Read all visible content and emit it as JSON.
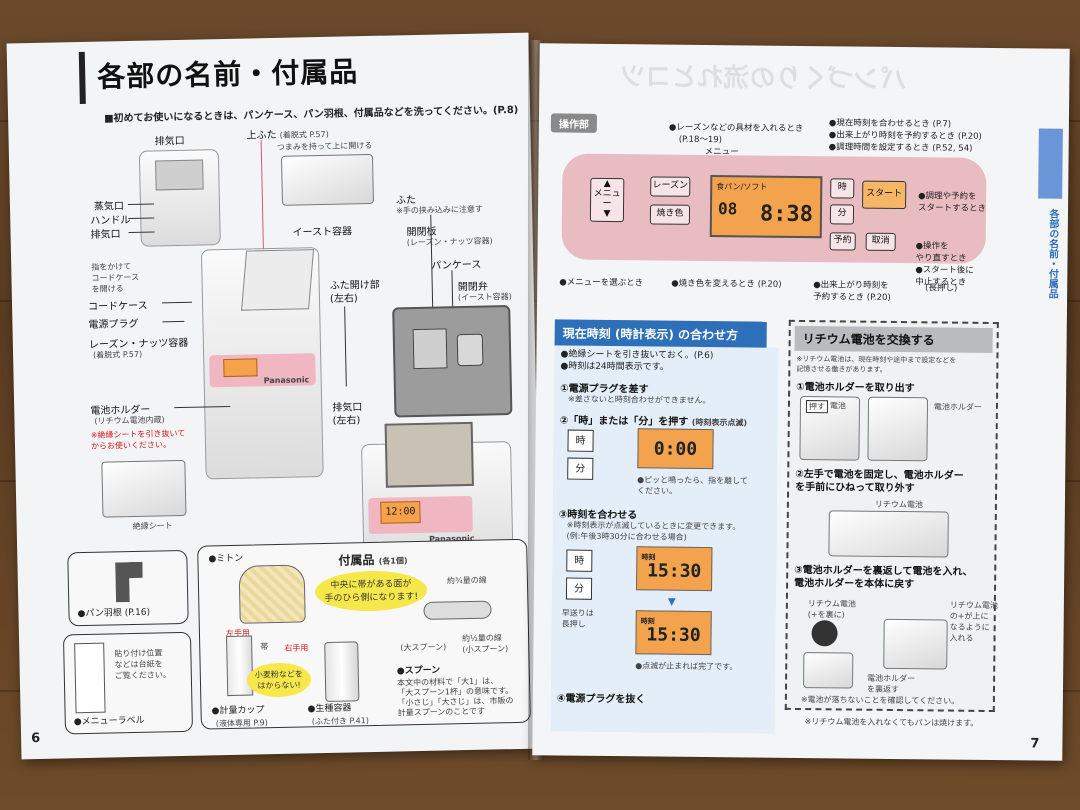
{
  "left": {
    "title": "各部の名前・付属品",
    "intro": "■初めてお使いになるときは、パンケース、パン羽根、付属品などを洗ってください。(P.8)",
    "parts": {
      "exhaust_top": "排気口",
      "upper_lid": "上ふた",
      "upper_lid_sub": "(着脱式 P.57)",
      "knob_note": "つまみを持って上に開ける",
      "steam": "蒸気口",
      "handle": "ハンドル",
      "intake": "排気口",
      "cord_note": "指をかけて\nコードケース\nを開ける",
      "cord_case": "コードケース",
      "plug": "電源プラグ",
      "raisin": "レーズン・ナッツ容器",
      "raisin_sub": "(着脱式 P.57)",
      "yeast": "イースト容器",
      "lid_open": "ふた開け部\n(左右)",
      "lid": "ふた",
      "lid_note": "※手の挟み込みに注意す",
      "open_plate": "開閉板",
      "open_plate_sub": "(レーズン・ナッツ容器)",
      "bread_case": "パンケース",
      "valve": "開閉弁",
      "valve_sub": "(イースト容器)",
      "battery": "電池ホルダー",
      "battery_sub": "(リチウム電池内蔵)",
      "insulation_note": "※絶縁シートを引き抜いて\nからお使いください。",
      "insulation": "絶縁シート",
      "exhaust_side": "排気口\n(左右)",
      "brand": "Panasonic",
      "lcd_time": "12:00"
    },
    "accessories": {
      "paddle": "●パン羽根 (P.16)",
      "mitten": "●ミトン",
      "left_hand": "左手用",
      "right_hand": "右手用",
      "band": "帯",
      "title": "付属品",
      "title_sub": "(各1個)",
      "bubble1": "中央に帯がある面が\n手のひら側になります!",
      "bubble2": "小麦粉などを\nはからない!",
      "line34": "約¾量の線",
      "line12": "約½量の線\n(小スプーン)",
      "big_spoon": "(大スプーン)",
      "spoon": "●スプーン",
      "spoon_note": "本文中の材料で「大1」は、\n「大スプーン1杯」の意味です。\n「小さじ」「大さじ」は、市販の\n計量スプーンのことです",
      "cup": "●計量カップ",
      "cup_sub": "(液体専用 P.9)",
      "yeast_cont": "●生種容器",
      "yeast_cont_sub": "(ふた付き P.41)",
      "label_note": "貼り付け位置\nなどは台紙を\nご覧ください。",
      "menu_label": "●メニューラベル"
    },
    "page_number": "6"
  },
  "right": {
    "faded_header": "パンづくりの流れとコツ",
    "ops_label": "操作部",
    "notes": {
      "raisin": "●レーズンなどの具材を入れるとき",
      "raisin_ref": "(P.18～19)",
      "menu": "メニュー",
      "now_time": "●現在時刻を合わせるとき (P.7)",
      "reserve": "●出来上がり時刻を予約するとき (P.20)",
      "adjust": "●調理時間を設定するとき (P.52, 54)",
      "start": "●調理や予約を\nスタートするとき",
      "cancel": "●操作を\nやり直すとき\n●スタート後に\n中止するとき",
      "cancel_long": "(長押し)",
      "menu_select": "●メニューを選ぶとき",
      "color": "●焼き色を変えるとき (P.20)",
      "reserve2": "●出来上がり時刻を\n予約するとき (P.20)"
    },
    "panel": {
      "menu_btn": "メニュー",
      "raisin_btn": "レーズン",
      "color_btn": "焼き色",
      "hour_btn": "時",
      "min_btn": "分",
      "start_btn": "スタート",
      "reserve_btn": "予約",
      "cancel_btn": "取消",
      "lcd_time": "8:38",
      "lcd_menu": "食パン/ソフト",
      "lcd_num": "08"
    },
    "clock": {
      "heading": "現在時刻 (時計表示) の合わせ方",
      "pre1": "●絶縁シートを引き抜いておく。(P.6)",
      "pre2": "●時刻は24時間表示です。",
      "s1": "①電源プラグを差す",
      "s1note": "※差さないと時刻合わせができません。",
      "s2": "②「時」または「分」を押す",
      "s2sub": "(時刻表示点滅)",
      "s2note": "●ピッと鳴ったら、指を離して\nください。",
      "s3": "③時刻を合わせる",
      "s3note": "※時刻表示が点滅しているときに変更できます。\n(例:午後3時30分に合わせる場合)",
      "fast": "早送りは\n長押し",
      "s3done": "●点滅が止まれば完了です。",
      "s4": "④電源プラグを抜く",
      "hour": "時",
      "min": "分",
      "lcd1": "0:00",
      "lcd2": "15:30",
      "lcd3": "15:30",
      "lcd_label": "時刻"
    },
    "battery": {
      "heading": "リチウム電池を交換する",
      "note": "※リチウム電池は、現在時刻や途中まで設定などを\n記憶させる働きがあります。",
      "s1": "①電池ホルダーを取り出す",
      "push": "押す",
      "battery": "電池",
      "holder": "電池ホルダー",
      "s2": "②左手で電池を固定し、電池ホルダー\nを手前にひねって取り外す",
      "lithium": "リチウム電池",
      "s3": "③電池ホルダーを裏返して電池を入れ、\n電池ホルダーを本体に戻す",
      "plus_back": "リチウム電池\n(+を裏に)",
      "plus_note": "リチウム電池\nの+が上に\nなるように\n入れる",
      "flip": "電池ホルダー\nを裏返す",
      "check": "※電池が落ちないことを確認してください。",
      "footnote": "※リチウム電池を入れなくてもパンは焼けます。"
    },
    "side_tab": "各部の名前・付属品",
    "page_number": "7"
  },
  "colors": {
    "blue_heading": "#2d6fb8",
    "pink_panel": "#e9bcc2",
    "lcd_orange": "#f3a24e",
    "start_btn": "#f6b667",
    "yellow_bubble": "#f6e84a"
  }
}
